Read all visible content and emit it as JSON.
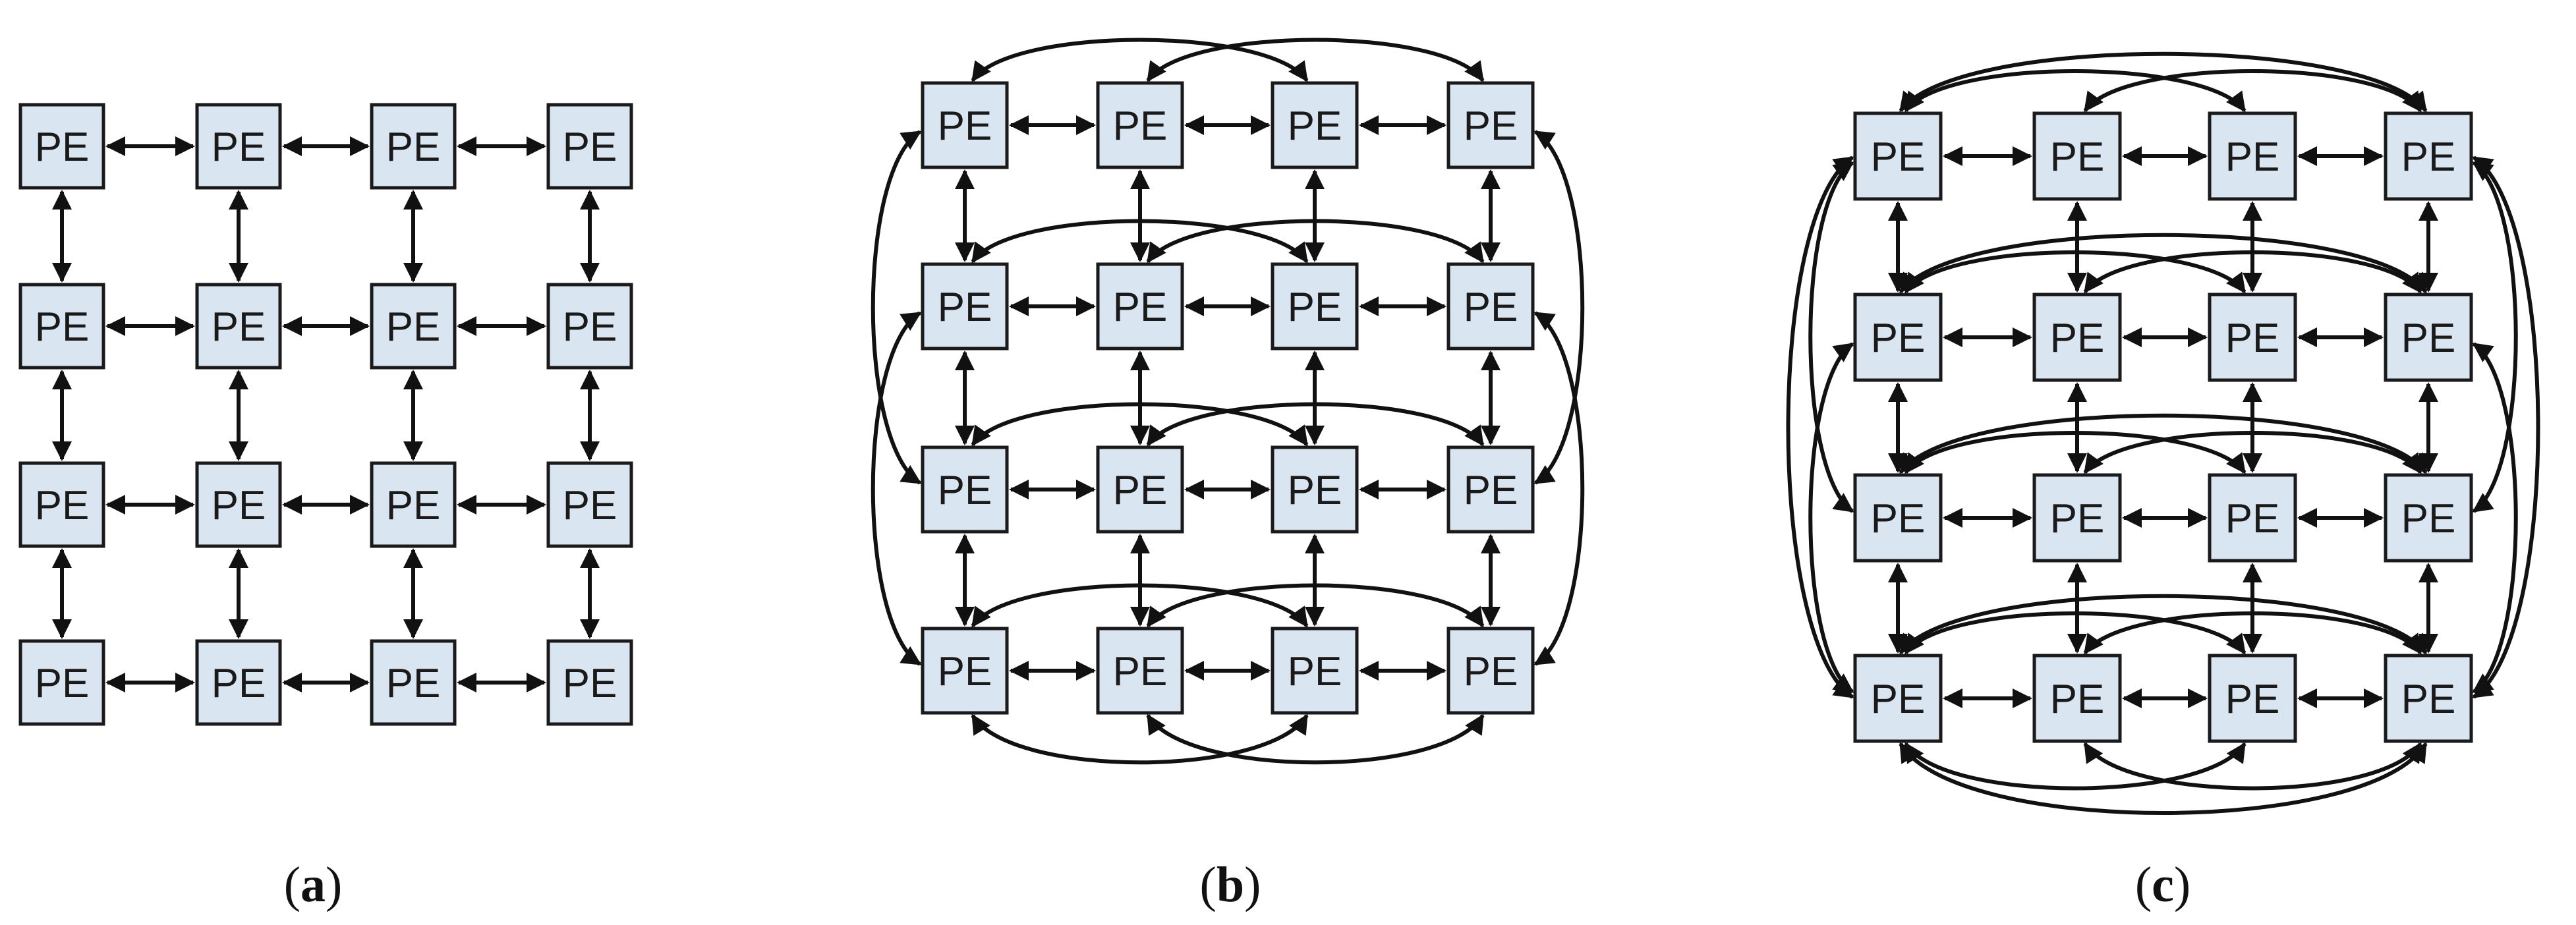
{
  "figure": {
    "node_label": "PE",
    "panels": [
      {
        "id": "a",
        "caption_letter": "a",
        "topology": "2D mesh",
        "rows": 4,
        "cols": 4
      },
      {
        "id": "b",
        "caption_letter": "b",
        "topology": "2D mesh with wrap-around links",
        "rows": 4,
        "cols": 4
      },
      {
        "id": "c",
        "caption_letter": "c",
        "topology": "2D mesh with multiple long-range links",
        "rows": 4,
        "cols": 4
      }
    ]
  },
  "colors": {
    "node_fill": "#dae5f2",
    "node_stroke": "#1a1a1a",
    "link": "#111111"
  }
}
